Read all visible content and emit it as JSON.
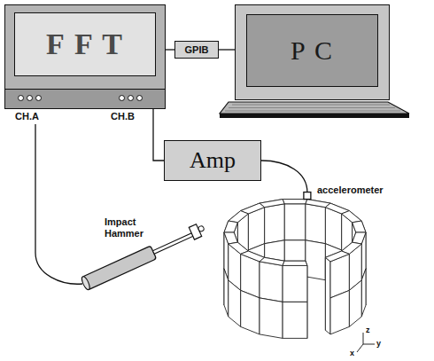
{
  "diagram": {
    "nodes": [
      {
        "text": [
          "F F T"
        ]
      },
      {
        "text": [
          "GPIB"
        ]
      },
      {
        "text": [
          "P C"
        ]
      },
      {
        "text": [
          "Amp"
        ]
      }
    ],
    "edges": [
      {
        "from": 0,
        "to": 1,
        "arrow": "none"
      },
      {
        "from": 1,
        "to": 2,
        "arrow": "none"
      },
      {
        "from": 0,
        "to": 3,
        "arrow": "none"
      }
    ],
    "labels": [
      "CH.A",
      "CH.B",
      "Impact Hammer",
      "accelerometer",
      "z",
      "y",
      "x"
    ]
  }
}
